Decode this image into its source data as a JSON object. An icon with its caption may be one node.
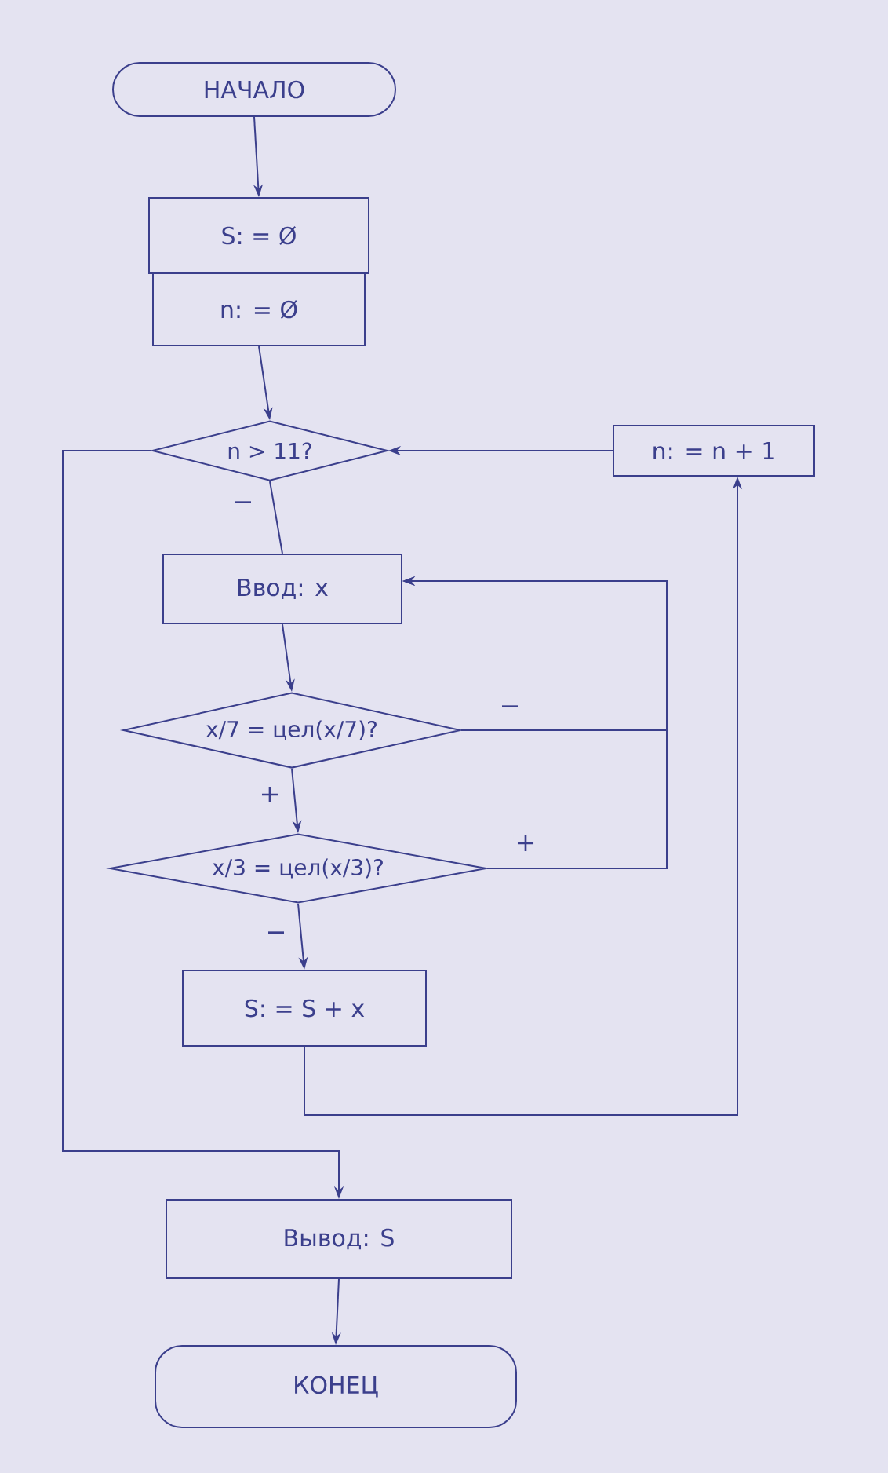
{
  "diagram": {
    "nodes": [
      {
        "text": [
          "НАЧАЛО"
        ]
      },
      {
        "text": [
          "S: = Ø"
        ]
      },
      {
        "text": [
          "n: = Ø"
        ]
      },
      {
        "text": [
          "n > 11?"
        ]
      },
      {
        "text": [
          "n: = n + 1"
        ]
      },
      {
        "text": [
          "Ввод: x"
        ]
      },
      {
        "text": [
          "x/7 = цел(x/7)?"
        ]
      },
      {
        "text": [
          "x/3 = цел(x/3)?"
        ]
      },
      {
        "text": [
          "S: = S + x"
        ]
      },
      {
        "text": [
          "Вывод: S"
        ]
      },
      {
        "text": [
          "КОНЕЦ"
        ]
      }
    ],
    "edges": [
      {
        "from": 0,
        "to": 1,
        "arrow": "to"
      },
      {
        "from": 2,
        "to": 3,
        "arrow": "to"
      },
      {
        "from": 4,
        "to": 3,
        "arrow": "to"
      },
      {
        "from": 3,
        "to": 5,
        "arrow": "none",
        "label": "−"
      },
      {
        "from": 3,
        "to": 9,
        "arrow": "to"
      },
      {
        "from": 5,
        "to": 6,
        "arrow": "to"
      },
      {
        "from": 6,
        "to": 7,
        "arrow": "to",
        "label": "+"
      },
      {
        "from": 6,
        "to": 5,
        "arrow": "to",
        "label": "−"
      },
      {
        "from": 7,
        "to": 5,
        "arrow": "to",
        "label": "+"
      },
      {
        "from": 7,
        "to": 8,
        "arrow": "to",
        "label": "−"
      },
      {
        "from": 8,
        "to": 4,
        "arrow": "to"
      },
      {
        "from": 9,
        "to": 10,
        "arrow": "to"
      }
    ]
  }
}
